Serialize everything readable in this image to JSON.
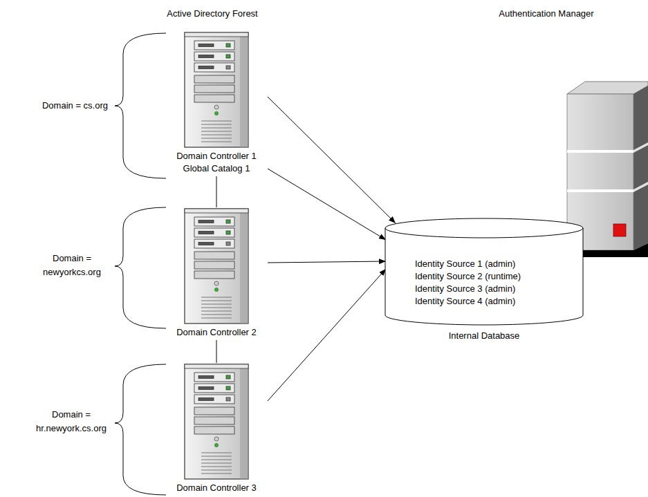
{
  "diagram": {
    "nodes": [
      {
        "text": [
          "Domain Controller 1",
          "Global Catalog 1"
        ]
      },
      {
        "text": [
          "Domain Controller 2"
        ]
      },
      {
        "text": [
          "Domain Controller 3"
        ]
      },
      {
        "text": [
          "Identity Source 1 (admin)",
          "Identity Source 2 (runtime)",
          "Identity Source 3 (admin)",
          "Identity Source 4 (admin)",
          "Internal Database"
        ]
      }
    ],
    "edges": [
      {
        "from": 0,
        "to": 3,
        "arrow": "to"
      },
      {
        "from": 0,
        "to": 3,
        "arrow": "to"
      },
      {
        "from": 1,
        "to": 3,
        "arrow": "to"
      },
      {
        "from": 2,
        "to": 3,
        "arrow": "to"
      },
      {
        "from": 0,
        "to": 1,
        "arrow": "none"
      },
      {
        "from": 1,
        "to": 2,
        "arrow": "none"
      }
    ],
    "labels": [
      "Active Directory Forest",
      "Authentication Manager",
      "Domain = cs.org",
      "Domain = newyorkcs.org",
      "Domain = hr.newyork.cs.org"
    ]
  }
}
